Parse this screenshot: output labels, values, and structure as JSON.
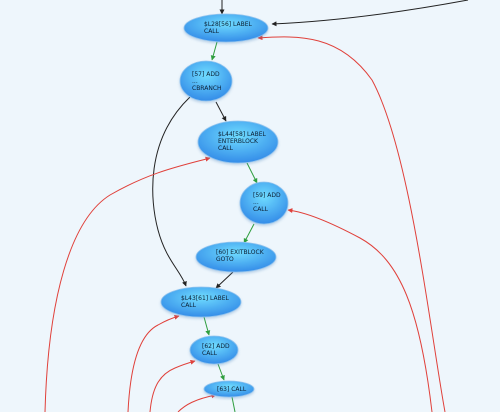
{
  "graph": {
    "nodes": [
      {
        "id": "l28_label",
        "lines": [
          "$L28[56] LABEL",
          "CALL"
        ]
      },
      {
        "id": "n57_add",
        "lines": [
          "[57] ADD",
          "...",
          "CBRANCH"
        ]
      },
      {
        "id": "l44_label",
        "lines": [
          "$L44[58] LABEL",
          "ENTERBLOCK",
          "CALL"
        ]
      },
      {
        "id": "n59_add",
        "lines": [
          "[59] ADD",
          "...",
          "CALL"
        ]
      },
      {
        "id": "n60_exit",
        "lines": [
          "[60] EXITBLOCK",
          "GOTO"
        ]
      },
      {
        "id": "l43_label",
        "lines": [
          "$L43[61] LABEL",
          "CALL"
        ]
      },
      {
        "id": "n62_add",
        "lines": [
          "[62] ADD",
          "CALL"
        ]
      },
      {
        "id": "n63_call",
        "lines": [
          "[63] CALL"
        ]
      }
    ],
    "edges": [
      {
        "from": "l28_label",
        "to": "n57_add",
        "kind": "green"
      },
      {
        "from": "n57_add",
        "to": "l44_label",
        "kind": "black"
      },
      {
        "from": "n57_add",
        "to": "l43_label",
        "kind": "black"
      },
      {
        "from": "l44_label",
        "to": "n59_add",
        "kind": "green"
      },
      {
        "from": "n59_add",
        "to": "n60_exit",
        "kind": "green"
      },
      {
        "from": "n60_exit",
        "to": "l43_label",
        "kind": "black"
      },
      {
        "from": "l43_label",
        "to": "n62_add",
        "kind": "green"
      },
      {
        "from": "n62_add",
        "to": "n63_call",
        "kind": "green"
      }
    ],
    "colors": {
      "green_edge": "#2e9e3e",
      "black_edge": "#222222",
      "red_edge": "#e0403a",
      "node_top": "#5fd4ff",
      "node_bottom": "#2f88e8",
      "node_stroke": "#8fc2ee"
    }
  }
}
